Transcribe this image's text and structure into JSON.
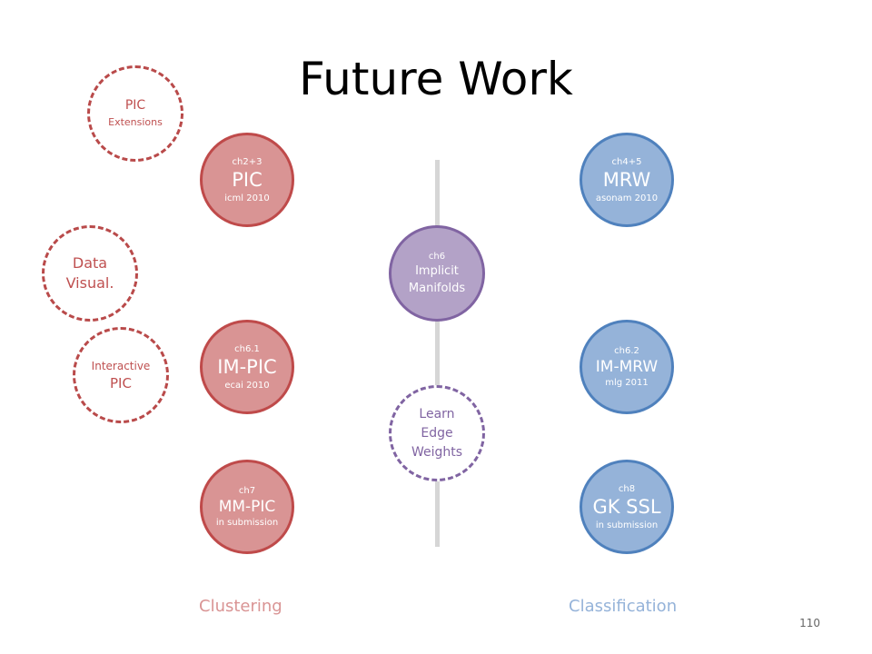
{
  "title": "Future Work",
  "nodes": {
    "pic": {
      "chapter": "ch2+3",
      "name": "PIC",
      "venue": "icml 2010"
    },
    "mrw": {
      "chapter": "ch4+5",
      "name": "MRW",
      "venue": "asonam 2010"
    },
    "implicit": {
      "chapter": "ch6",
      "line1": "Implicit",
      "line2": "Manifolds"
    },
    "im_pic": {
      "chapter": "ch6.1",
      "name": "IM-PIC",
      "venue": "ecai 2010"
    },
    "im_mrw": {
      "chapter": "ch6.2",
      "name": "IM-MRW",
      "venue": "mlg 2011"
    },
    "mm_pic": {
      "chapter": "ch7",
      "name": "MM-PIC",
      "venue": "in submission"
    },
    "gk_ssl": {
      "chapter": "ch8",
      "name": "GK SSL",
      "venue": "in submission"
    }
  },
  "future": {
    "pic_ext": {
      "line1": "PIC",
      "line2": "Extensions"
    },
    "data_visual": {
      "line1": "Data",
      "line2": "Visual."
    },
    "interactive": {
      "line1": "Interactive",
      "line2": "PIC"
    },
    "learn_edge": {
      "line1": "Learn",
      "line2": "Edge",
      "line3": "Weights"
    }
  },
  "footer": {
    "clustering": "Clustering",
    "classification": "Classification",
    "page": "110"
  },
  "colors": {
    "clustering": "#d99494",
    "classification": "#95b3d9",
    "manifolds": "#b3a2c7"
  }
}
